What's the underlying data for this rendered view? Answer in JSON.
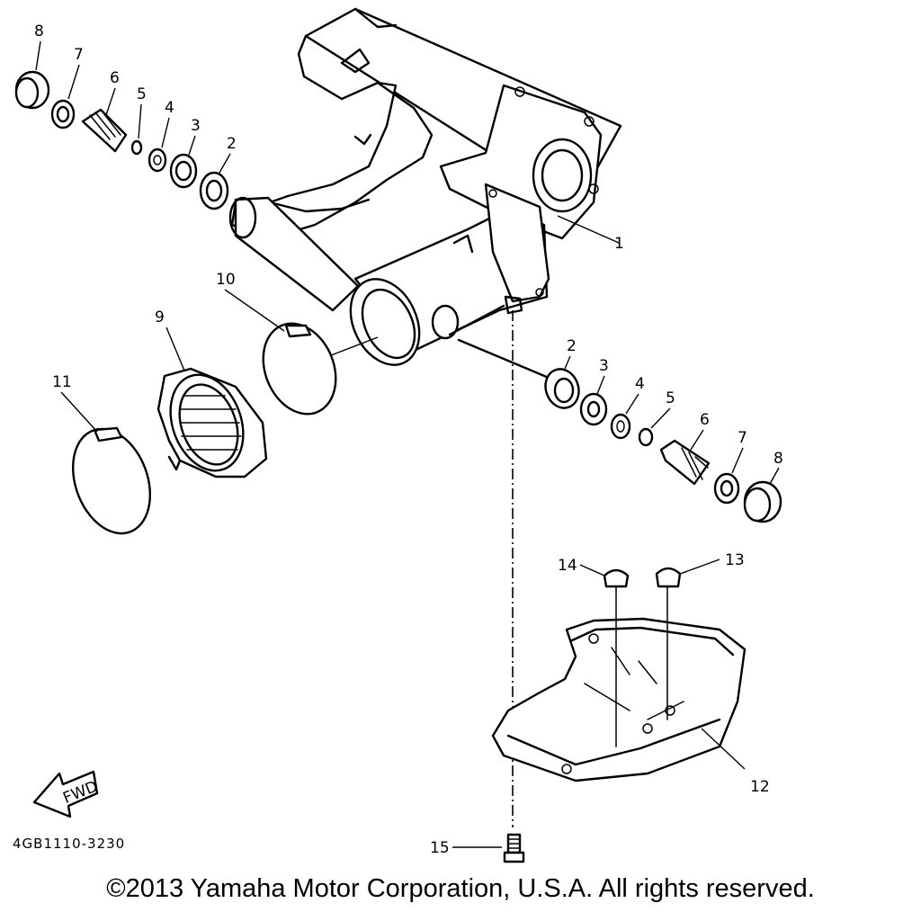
{
  "callouts": {
    "c1": "1",
    "c2a": "2",
    "c3a": "3",
    "c4a": "4",
    "c5a": "5",
    "c6a": "6",
    "c7a": "7",
    "c8a": "8",
    "c2b": "2",
    "c3b": "3",
    "c4b": "4",
    "c5b": "5",
    "c6b": "6",
    "c7b": "7",
    "c8b": "8",
    "c9": "9",
    "c10": "10",
    "c11": "11",
    "c12": "12",
    "c13": "13",
    "c14": "14",
    "c15": "15"
  },
  "fwd_label": "FWD",
  "diagram_code": "4GB1110-3230",
  "copyright": "©2013 Yamaha Motor Corporation, U.S.A. All rights reserved."
}
